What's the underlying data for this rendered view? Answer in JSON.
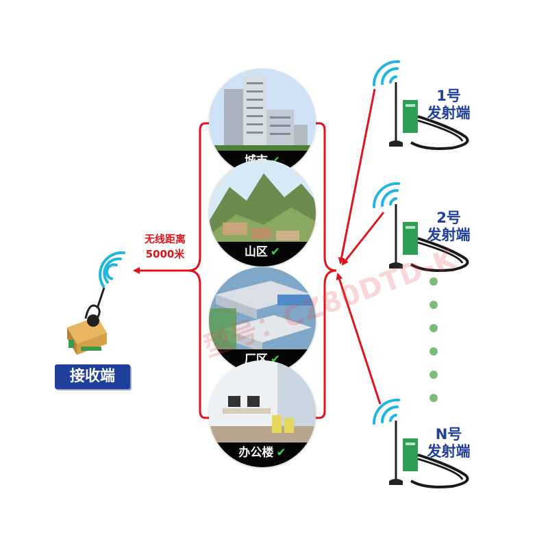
{
  "receiver": {
    "label": "接收端"
  },
  "distance": {
    "line1": "无线距离",
    "line2": "5000米"
  },
  "scenes": [
    {
      "label": "城市",
      "check": "✔"
    },
    {
      "label": "山区",
      "check": "✔"
    },
    {
      "label": "厂区",
      "check": "✔"
    },
    {
      "label": "办公楼",
      "check": "✔"
    }
  ],
  "transmitters": [
    {
      "line1": "1号",
      "line2": "发射端"
    },
    {
      "line1": "2号",
      "line2": "发射端"
    },
    {
      "line1": "N号",
      "line2": "发射端"
    }
  ],
  "watermark": "型号：CZ80DTD-K",
  "colors": {
    "link_red": "#e0131a",
    "brand_blue": "#1f3f9a",
    "signal_cyan": "#1eb6e0",
    "check_green": "#3fd23f",
    "dot_green": "#7dbb7d",
    "device_orange": "#d6a04a",
    "module_green": "#2e9e55"
  },
  "icons": [
    "wifi-signal-icon",
    "antenna-icon",
    "check-icon",
    "receiver-device-icon",
    "transmitter-module-icon"
  ]
}
